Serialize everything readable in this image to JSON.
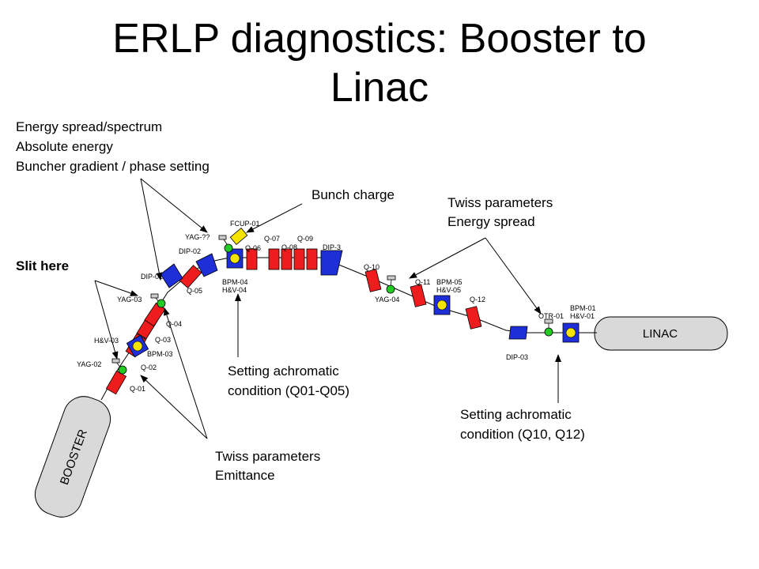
{
  "title": {
    "line1": "ERLP diagnostics: Booster to",
    "line2": "Linac"
  },
  "annotations": {
    "energy_block": [
      "Energy spread/spectrum",
      "Absolute energy",
      "Buncher gradient / phase setting"
    ],
    "bunch_charge": "Bunch charge",
    "twiss_energy": [
      "Twiss parameters",
      "Energy spread"
    ],
    "slit_here": "Slit here",
    "achromatic_left": [
      "Setting achromatic",
      "condition (Q01-Q05)"
    ],
    "achromatic_right": [
      "Setting achromatic",
      "condition (Q10, Q12)"
    ],
    "twiss_emittance": [
      "Twiss parameters",
      "Emittance"
    ]
  },
  "components": {
    "booster": "BOOSTER",
    "linac": "LINAC",
    "q01": "Q-01",
    "q02": "Q-02",
    "q03": "Q-03",
    "q04": "Q-04",
    "q05": "Q-05",
    "q06": "Q-06",
    "q07": "Q-07",
    "q08": "Q-08",
    "q09": "Q-09",
    "q10": "Q-10",
    "q11": "Q-11",
    "q12": "Q-12",
    "yag02": "YAG-02",
    "yag03": "YAG-03",
    "yag04": "YAG-04",
    "yag_unknown": "YAG-??",
    "hv03": "H&V-03",
    "bpm03": "BPM-03",
    "dip01": "DIP-01",
    "dip02": "DIP-02",
    "dip3": "DIP-3",
    "dip03": "DIP-03",
    "fcup01": "FCUP-01",
    "bpm04": "BPM-04",
    "hv04": "H&V-04",
    "bpm05": "BPM-05",
    "hv05": "H&V-05",
    "otr01": "OTR-01",
    "bpm01": "BPM-01",
    "hv01": "H&V-01"
  },
  "colors": {
    "quadrupole": "#ee1c1c",
    "dipole": "#1f2fd8",
    "screen": "#22cc22",
    "bpm_yellow": "#f4e400",
    "vessel": "#d9d9d9"
  }
}
